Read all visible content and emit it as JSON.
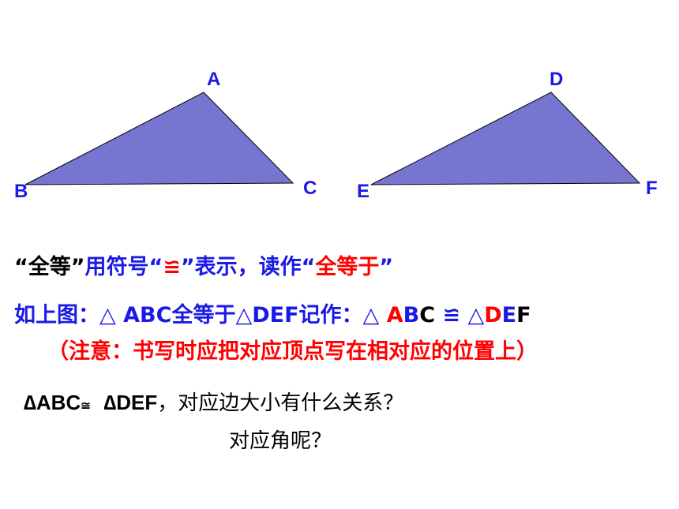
{
  "colors": {
    "triangle_fill": "#7676d1",
    "vertex_label": "#1a1ae6",
    "text_blue": "#1a1ae6",
    "text_red": "#ff0000",
    "text_black": "#000000"
  },
  "triangles": [
    {
      "vertices": {
        "A": "A",
        "B": "B",
        "C": "C"
      }
    },
    {
      "vertices": {
        "D": "D",
        "E": "E",
        "F": "F"
      }
    }
  ],
  "labels": {
    "A": "A",
    "B": "B",
    "C": "C",
    "D": "D",
    "E": "E",
    "F": "F"
  },
  "line1": {
    "q1": "“",
    "term": "全等",
    "q2": "”",
    "mid": "用符号",
    "q3": "“",
    "symbol": "≌",
    "q4": "”",
    "mid2": "表示，读作",
    "q5": "“",
    "reading": "全等于",
    "q6": "”"
  },
  "line2": {
    "prefix": "如上图：△ ABC全等于△DEF记作：△ ",
    "a": "A",
    "b": "B",
    "c": "C",
    "cong": " ≌ ",
    "tri": "△",
    "d": "D",
    "e": "E",
    "f": "F"
  },
  "line3": {
    "note": "（注意：书写时应把对应顶点写在相对应的位置上）"
  },
  "question": {
    "tri1": "∆ABC",
    "cong": "≅",
    "tri2": "∆DEF",
    "text": "，对应边大小有什么关系？",
    "line2": "对应角呢？"
  }
}
